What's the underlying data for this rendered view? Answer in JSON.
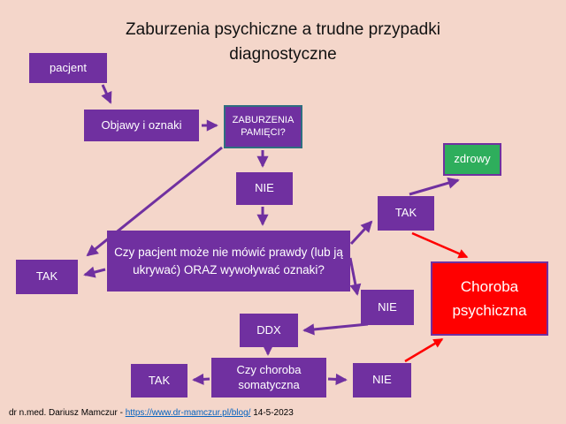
{
  "title": "Zaburzenia psychiczne a trudne przypadki diagnostyczne",
  "nodes": {
    "pacjent": {
      "label": "pacjent"
    },
    "objawy": {
      "label": "Objawy i oznaki"
    },
    "zaburzenia_pamieci": {
      "label": "ZABURZENIA PAMIĘCI?"
    },
    "nie_1": {
      "label": "NIE"
    },
    "zdrowy": {
      "label": "zdrowy"
    },
    "tak_right": {
      "label": "TAK"
    },
    "question": {
      "label": "Czy pacjent może nie mówić prawdy (lub ją ukrywać) ORAZ wywoływać oznaki?"
    },
    "tak_left": {
      "label": "TAK"
    },
    "nie_2": {
      "label": "NIE"
    },
    "choroba_psychiczna": {
      "label": "Choroba psychiczna"
    },
    "ddx": {
      "label": "DDX"
    },
    "czy_choroba_somatyczna": {
      "label": "Czy choroba somatyczna"
    },
    "tak_bottom": {
      "label": "TAK"
    },
    "nie_3": {
      "label": "NIE"
    }
  },
  "footer": {
    "author": "dr n.med.  Dariusz Mamczur  - ",
    "link": "https://www.dr-mamczur.pl/blog/",
    "date": " 14-5-2023"
  },
  "colors": {
    "background": "#f4d6ca",
    "node_purple": "#7030a0",
    "healthy_green": "#2eae5c",
    "disease_red": "#ff0000",
    "memory_box_border": "#2e6e80",
    "arrow_purple": "#7030a0",
    "arrow_red": "#ff0000",
    "link_blue": "#0563c1"
  }
}
